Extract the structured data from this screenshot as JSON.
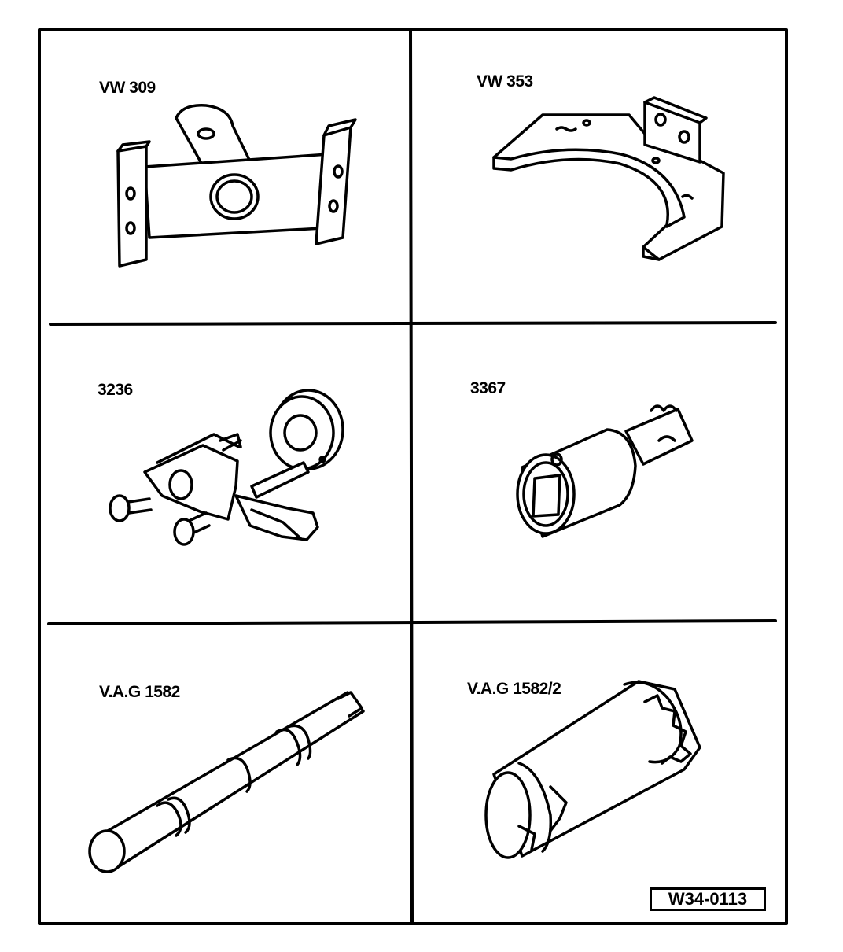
{
  "tools": [
    {
      "id": "vw309",
      "label": "VW 309"
    },
    {
      "id": "vw353",
      "label": "VW 353"
    },
    {
      "id": "t3236",
      "label": "3236"
    },
    {
      "id": "t3367",
      "label": "3367"
    },
    {
      "id": "vag1582",
      "label": "V.A.G 1582"
    },
    {
      "id": "vag1582_2",
      "label": "V.A.G 1582/2"
    }
  ],
  "figure_ref": "W34-0113"
}
